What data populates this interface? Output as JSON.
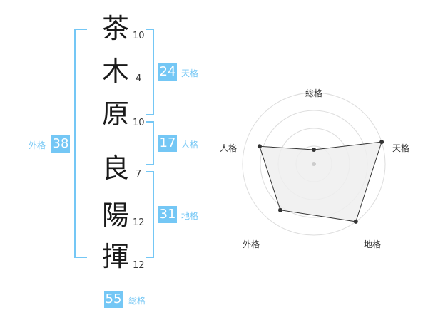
{
  "name_chars": [
    {
      "char": "茶",
      "strokes": "10"
    },
    {
      "char": "木",
      "strokes": "4"
    },
    {
      "char": "原",
      "strokes": "10"
    },
    {
      "char": "良",
      "strokes": "7"
    },
    {
      "char": "陽",
      "strokes": "12"
    },
    {
      "char": "揮",
      "strokes": "12"
    }
  ],
  "kakusu": {
    "tenkaku": {
      "value": "24",
      "label": "天格"
    },
    "jinkaku": {
      "value": "17",
      "label": "人格"
    },
    "chikaku": {
      "value": "31",
      "label": "地格"
    },
    "gaikaku": {
      "value": "38",
      "label": "外格"
    },
    "soukaku": {
      "value": "55",
      "label": "総格"
    }
  },
  "accent_color": "#74c7f5",
  "chart_data": {
    "type": "radar",
    "axes": [
      "総格",
      "天格",
      "地格",
      "外格",
      "人格"
    ],
    "values": [
      1,
      5,
      5,
      4,
      4
    ],
    "rmax": 5,
    "rings": 4,
    "fill": "#eeeeee",
    "stroke": "#333333"
  }
}
